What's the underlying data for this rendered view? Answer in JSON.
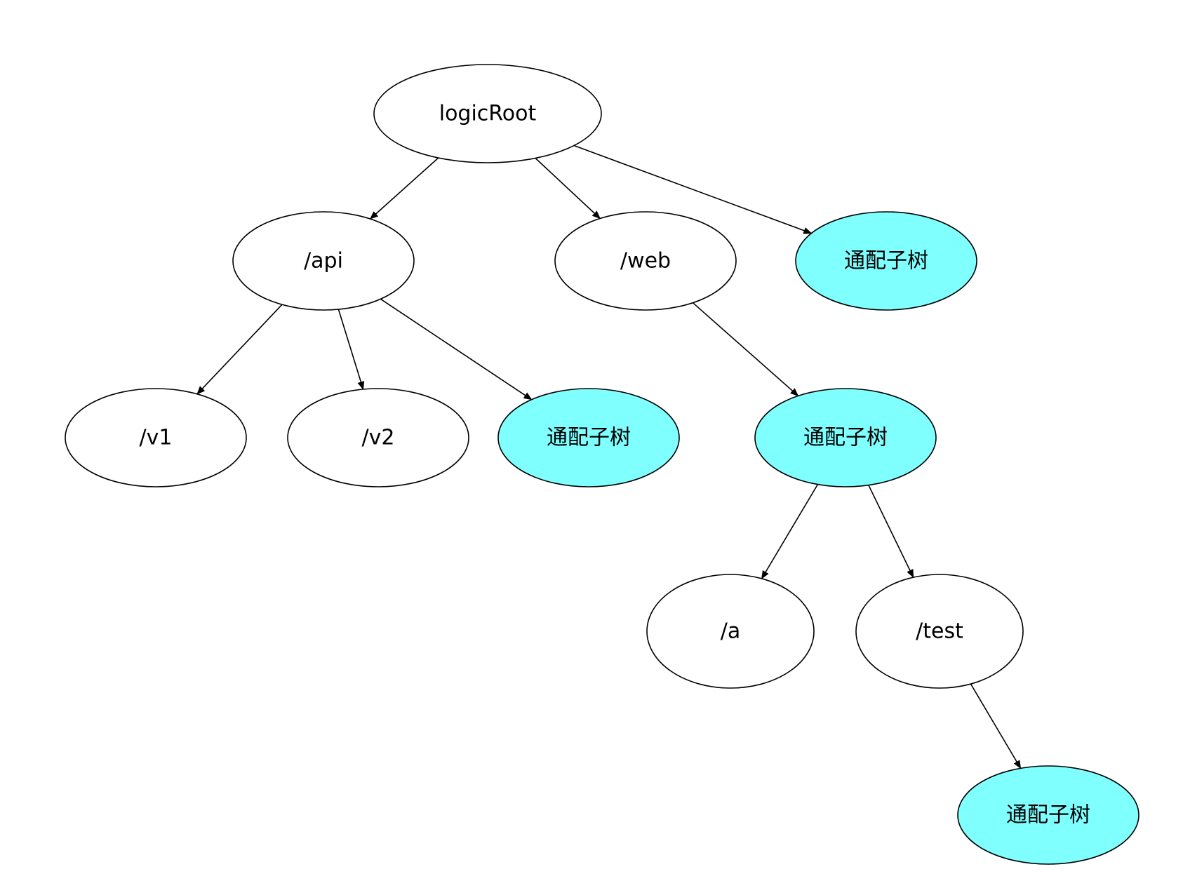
{
  "colors": {
    "default_fill": "#ffffff",
    "wildcard_fill": "#80ffff",
    "stroke": "#000000",
    "text": "#000000"
  },
  "nodes": [
    {
      "id": "root",
      "label": "logicRoot",
      "type": "default"
    },
    {
      "id": "api",
      "label": "/api",
      "type": "default"
    },
    {
      "id": "web",
      "label": "/web",
      "type": "default"
    },
    {
      "id": "wc1",
      "label": "通配子树",
      "type": "wildcard"
    },
    {
      "id": "v1",
      "label": "/v1",
      "type": "default"
    },
    {
      "id": "v2",
      "label": "/v2",
      "type": "default"
    },
    {
      "id": "wc2",
      "label": "通配子树",
      "type": "wildcard"
    },
    {
      "id": "wc3",
      "label": "通配子树",
      "type": "wildcard"
    },
    {
      "id": "a",
      "label": "/a",
      "type": "default"
    },
    {
      "id": "test",
      "label": "/test",
      "type": "default"
    },
    {
      "id": "wc4",
      "label": "通配子树",
      "type": "wildcard"
    }
  ],
  "edges": [
    {
      "from": "root",
      "to": "api"
    },
    {
      "from": "root",
      "to": "web"
    },
    {
      "from": "root",
      "to": "wc1"
    },
    {
      "from": "api",
      "to": "v1"
    },
    {
      "from": "api",
      "to": "v2"
    },
    {
      "from": "api",
      "to": "wc2"
    },
    {
      "from": "web",
      "to": "wc3"
    },
    {
      "from": "wc3",
      "to": "a"
    },
    {
      "from": "wc3",
      "to": "test"
    },
    {
      "from": "test",
      "to": "wc4"
    }
  ]
}
